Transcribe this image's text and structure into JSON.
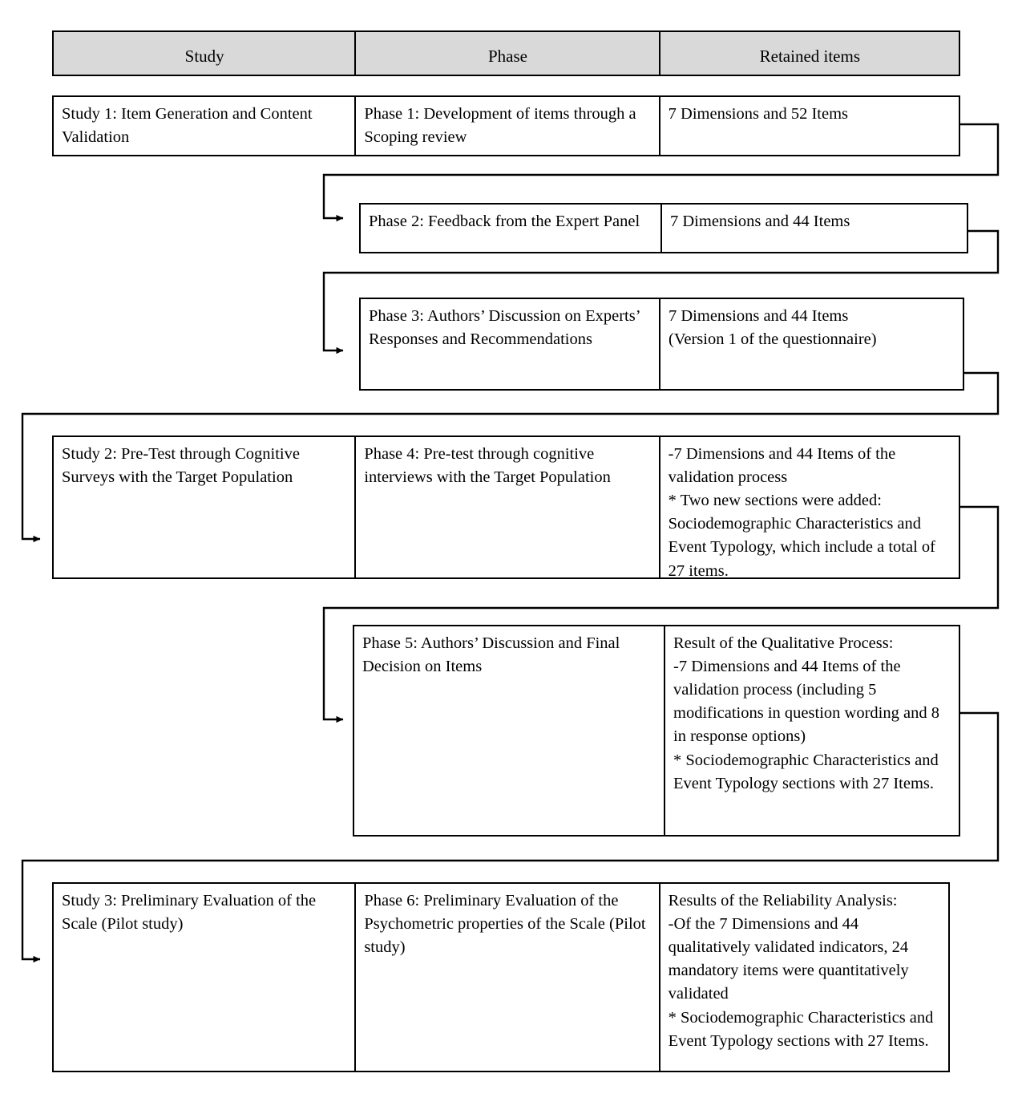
{
  "figure": {
    "type": "flowchart",
    "description": "Questionnaire development and validation flow across three studies and six phases"
  },
  "header": {
    "columns": [
      {
        "label": "Study"
      },
      {
        "label": "Phase"
      },
      {
        "label": "Retained items"
      }
    ]
  },
  "rows": [
    {
      "id": "row-study1",
      "study": "Study 1: Item Generation and Content Validation",
      "phase": "Phase 1: Development of items through a Scoping review",
      "retained": "7 Dimensions and 52 Items"
    },
    {
      "id": "row-phase2",
      "study": "",
      "phase": "Phase 2: Feedback from the Expert Panel",
      "retained": "7 Dimensions and 44 Items"
    },
    {
      "id": "row-phase3",
      "study": "",
      "phase": "Phase 3: Authors’ Discussion on Experts’ Responses and Recommendations",
      "retained": "7 Dimensions and 44 Items\n(Version 1 of the questionnaire)"
    },
    {
      "id": "row-study2",
      "study": "Study 2: Pre-Test through Cognitive Surveys with the Target Population",
      "phase": "Phase 4: Pre-test through cognitive interviews with the Target Population",
      "retained": "-7 Dimensions and 44 Items of the validation process\n* Two new sections were added: Sociodemographic Characteristics and Event Typology, which include a total of 27 items."
    },
    {
      "id": "row-phase5",
      "study": "",
      "phase": "Phase 5: Authors’ Discussion and Final Decision on Items",
      "retained": "Result of the Qualitative Process:\n-7 Dimensions and 44 Items of the validation process (including 5 modifications in question wording and 8 in response options)\n* Sociodemographic Characteristics and Event Typology sections with 27 Items."
    },
    {
      "id": "row-study3",
      "study": "Study 3: Preliminary Evaluation of the Scale (Pilot study)",
      "phase": "Phase 6: Preliminary Evaluation of the Psychometric properties of the Scale (Pilot study)",
      "retained": "Results of the Reliability Analysis:\n-Of the 7 Dimensions and 44 qualitatively validated indicators, 24 mandatory items were quantitatively validated\n* Sociodemographic Characteristics and Event Typology sections with 27 Items."
    }
  ],
  "connectors": [
    {
      "id": "conn-1",
      "from": "row-study1",
      "to": "row-phase2",
      "marker": "arrow-right-icon"
    },
    {
      "id": "conn-2",
      "from": "row-phase2",
      "to": "row-phase3",
      "marker": "arrow-right-icon"
    },
    {
      "id": "conn-3",
      "from": "row-phase3",
      "to": "row-study2",
      "marker": "arrow-right-icon"
    },
    {
      "id": "conn-4",
      "from": "row-study2",
      "to": "row-phase5",
      "marker": "arrow-right-icon"
    },
    {
      "id": "conn-5",
      "from": "row-phase5",
      "to": "row-study3",
      "marker": "arrow-right-icon"
    }
  ],
  "colors": {
    "header_fill": "#d9d9d9",
    "border": "#000000",
    "background": "#ffffff",
    "text": "#000000"
  }
}
